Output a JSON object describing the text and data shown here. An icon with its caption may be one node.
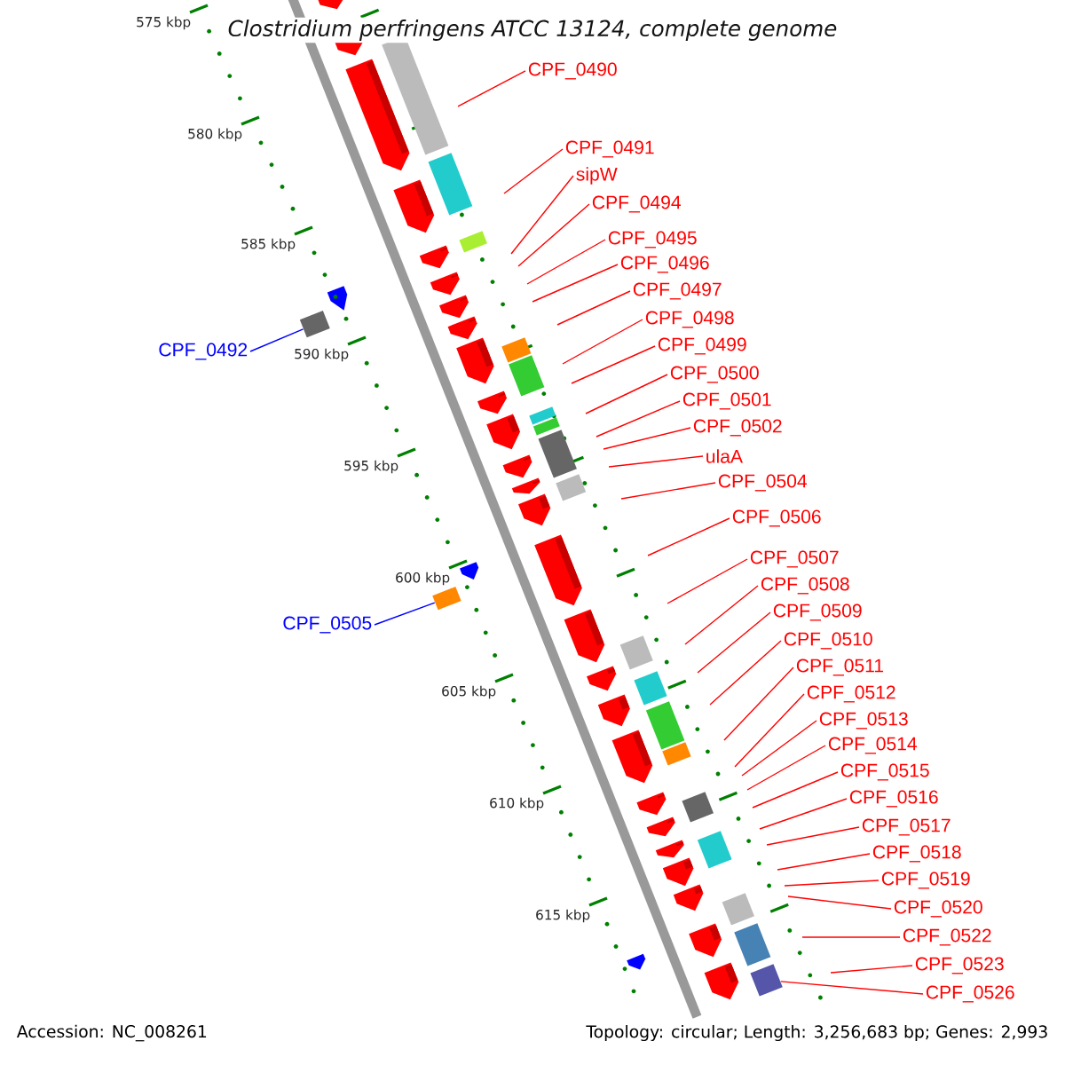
{
  "diagram": {
    "title": "Clostridium perfringens ATCC 13124, complete genome",
    "nodes": [
      {
        "text": [
          "CPF_0490"
        ]
      },
      {
        "text": [
          "CPF_0491"
        ]
      },
      {
        "text": [
          "sipW"
        ]
      },
      {
        "text": [
          "CPF_0494"
        ]
      },
      {
        "text": [
          "CPF_0495"
        ]
      },
      {
        "text": [
          "CPF_0496"
        ]
      },
      {
        "text": [
          "CPF_0497"
        ]
      },
      {
        "text": [
          "CPF_0498"
        ]
      },
      {
        "text": [
          "CPF_0499"
        ]
      },
      {
        "text": [
          "CPF_0500"
        ]
      },
      {
        "text": [
          "CPF_0501"
        ]
      },
      {
        "text": [
          "CPF_0502"
        ]
      },
      {
        "text": [
          "ulaA"
        ]
      },
      {
        "text": [
          "CPF_0504"
        ]
      },
      {
        "text": [
          "CPF_0506"
        ]
      },
      {
        "text": [
          "CPF_0507"
        ]
      },
      {
        "text": [
          "CPF_0508"
        ]
      },
      {
        "text": [
          "CPF_0509"
        ]
      },
      {
        "text": [
          "CPF_0510"
        ]
      },
      {
        "text": [
          "CPF_0511"
        ]
      },
      {
        "text": [
          "CPF_0512"
        ]
      },
      {
        "text": [
          "CPF_0513"
        ]
      },
      {
        "text": [
          "CPF_0514"
        ]
      },
      {
        "text": [
          "CPF_0515"
        ]
      },
      {
        "text": [
          "CPF_0516"
        ]
      },
      {
        "text": [
          "CPF_0517"
        ]
      },
      {
        "text": [
          "CPF_0518"
        ]
      },
      {
        "text": [
          "CPF_0519"
        ]
      },
      {
        "text": [
          "CPF_0520"
        ]
      },
      {
        "text": [
          "CPF_0522"
        ]
      },
      {
        "text": [
          "CPF_0523"
        ]
      },
      {
        "text": [
          "CPF_0526"
        ]
      },
      {
        "text": [
          "CPF_0492"
        ]
      },
      {
        "text": [
          "CPF_0505"
        ]
      },
      {
        "text": [],
        "shape": "box"
      },
      {
        "text": [],
        "shape": "box"
      },
      {
        "text": [],
        "shape": "box"
      },
      {
        "text": [],
        "shape": "box"
      },
      {
        "text": [],
        "shape": "box"
      },
      {
        "text": [],
        "shape": "box"
      },
      {
        "text": [],
        "shape": "box"
      },
      {
        "text": [],
        "shape": "box"
      },
      {
        "text": [],
        "shape": "box"
      },
      {
        "text": [],
        "shape": "box"
      },
      {
        "text": [],
        "shape": "box"
      },
      {
        "text": [],
        "shape": "box"
      },
      {
        "text": [],
        "shape": "box"
      },
      {
        "text": [],
        "shape": "box"
      },
      {
        "text": [],
        "shape": "box"
      },
      {
        "text": [],
        "shape": "box"
      },
      {
        "text": [],
        "shape": "box"
      },
      {
        "text": [],
        "shape": "box"
      },
      {
        "text": [],
        "shape": "box"
      },
      {
        "text": [],
        "shape": "box"
      }
    ],
    "edges": [
      {
        "from": 0,
        "to": null,
        "arrow": "none"
      },
      {
        "from": 1,
        "to": null,
        "arrow": "none"
      },
      {
        "from": 2,
        "to": null,
        "arrow": "none"
      },
      {
        "from": 3,
        "to": null,
        "arrow": "none"
      },
      {
        "from": 4,
        "to": null,
        "arrow": "none"
      },
      {
        "from": 5,
        "to": null,
        "arrow": "none"
      },
      {
        "from": 6,
        "to": null,
        "arrow": "none"
      },
      {
        "from": 7,
        "to": null,
        "arrow": "none"
      },
      {
        "from": 8,
        "to": null,
        "arrow": "none"
      },
      {
        "from": 9,
        "to": null,
        "arrow": "none"
      },
      {
        "from": 10,
        "to": null,
        "arrow": "none"
      },
      {
        "from": 11,
        "to": null,
        "arrow": "none"
      },
      {
        "from": 12,
        "to": null,
        "arrow": "none"
      },
      {
        "from": 13,
        "to": null,
        "arrow": "none"
      },
      {
        "from": 14,
        "to": null,
        "arrow": "none"
      },
      {
        "from": 15,
        "to": null,
        "arrow": "none"
      },
      {
        "from": 16,
        "to": null,
        "arrow": "none"
      },
      {
        "from": 17,
        "to": null,
        "arrow": "none"
      },
      {
        "from": 18,
        "to": null,
        "arrow": "none"
      },
      {
        "from": 19,
        "to": null,
        "arrow": "none"
      },
      {
        "from": 20,
        "to": null,
        "arrow": "none"
      },
      {
        "from": 21,
        "to": null,
        "arrow": "none"
      },
      {
        "from": 22,
        "to": null,
        "arrow": "none"
      },
      {
        "from": 23,
        "to": null,
        "arrow": "none"
      },
      {
        "from": 24,
        "to": null,
        "arrow": "none"
      },
      {
        "from": 25,
        "to": null,
        "arrow": "none"
      },
      {
        "from": 26,
        "to": null,
        "arrow": "none"
      },
      {
        "from": 27,
        "to": null,
        "arrow": "none"
      },
      {
        "from": 28,
        "to": null,
        "arrow": "none"
      },
      {
        "from": 29,
        "to": null,
        "arrow": "none"
      },
      {
        "from": 30,
        "to": null,
        "arrow": "none"
      },
      {
        "from": 31,
        "to": 36,
        "arrow": "none"
      },
      {
        "from": 32,
        "to": 34,
        "arrow": "none",
        "color": "#0000ff"
      },
      {
        "from": 33,
        "to": 35,
        "arrow": "none",
        "color": "#0000ff"
      }
    ],
    "labels": [
      "575 kbp",
      "580 kbp",
      "585 kbp",
      "590 kbp",
      "595 kbp",
      "600 kbp",
      "605 kbp",
      "610 kbp",
      "615 kbp",
      "Accession: NC_008261",
      "Topology: circular; Length: 3,256,683 bp; Genes: 2,993"
    ]
  }
}
